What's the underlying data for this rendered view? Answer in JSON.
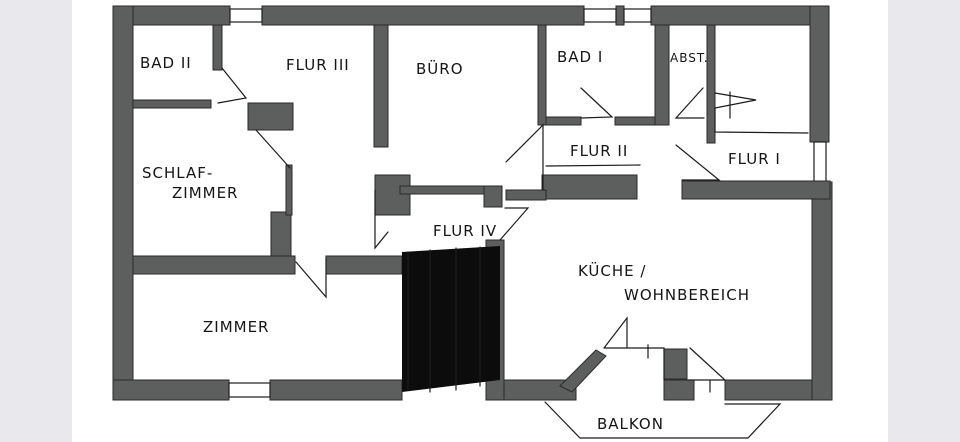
{
  "rooms": {
    "bad_2": "BAD II",
    "flur_3": "FLUR III",
    "buero": "BÜRO",
    "bad_1": "BAD I",
    "abst": "ABST.",
    "flur_2": "FLUR II",
    "flur_1": "FLUR I",
    "schlafzimmer_line1": "SCHLAF-",
    "schlafzimmer_line2": "ZIMMER",
    "flur_4": "FLUR IV",
    "kueche_line1": "KÜCHE /",
    "kueche_line2": "WOHNBEREICH",
    "zimmer": "ZIMMER",
    "balkon": "BALKON"
  },
  "colors": {
    "wall": "#5d5f5e",
    "redacted": "#0c0c0c",
    "paper": "#ffffff",
    "outside": "#e9e9ed"
  }
}
